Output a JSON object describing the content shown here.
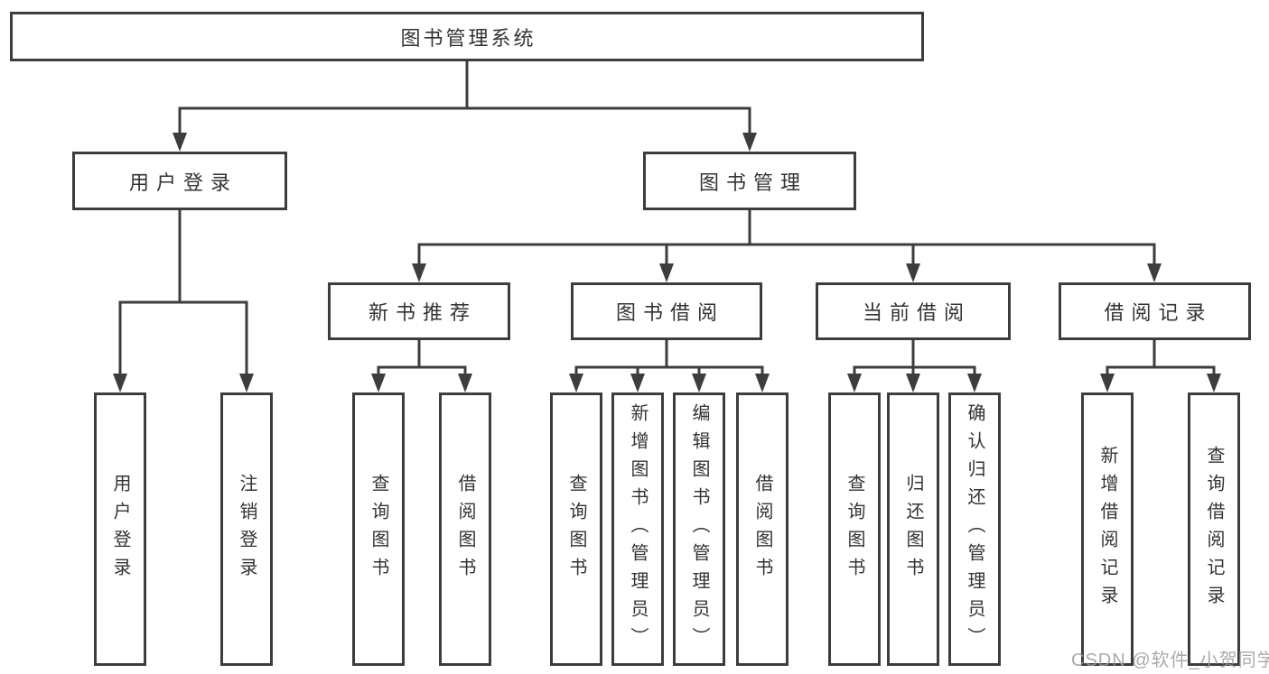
{
  "tree": {
    "label": "图书管理系统",
    "children": [
      {
        "label": "用户登录",
        "children": [
          {
            "label": "用户登录"
          },
          {
            "label": "注销登录"
          }
        ]
      },
      {
        "label": "图书管理",
        "children": [
          {
            "label": "新书推荐",
            "children": [
              {
                "label": "查询图书"
              },
              {
                "label": "借阅图书"
              }
            ]
          },
          {
            "label": "图书借阅",
            "children": [
              {
                "label": "查询图书"
              },
              {
                "label": "新增图书（管理员）"
              },
              {
                "label": "编辑图书（管理员）"
              },
              {
                "label": "借阅图书"
              }
            ]
          },
          {
            "label": "当前借阅",
            "children": [
              {
                "label": "查询图书"
              },
              {
                "label": "归还图书"
              },
              {
                "label": "确认归还（管理员）"
              }
            ]
          },
          {
            "label": "借阅记录",
            "children": [
              {
                "label": "新增借阅记录"
              },
              {
                "label": "查询借阅记录"
              }
            ]
          }
        ]
      }
    ]
  },
  "watermark": "CSDN @软件_小贺同学",
  "colors": {
    "border": "#3d3d3d",
    "line": "#3d3d3d",
    "text": "#333333",
    "watermark_text": "#9c9c9c",
    "background": "#ffffff"
  }
}
